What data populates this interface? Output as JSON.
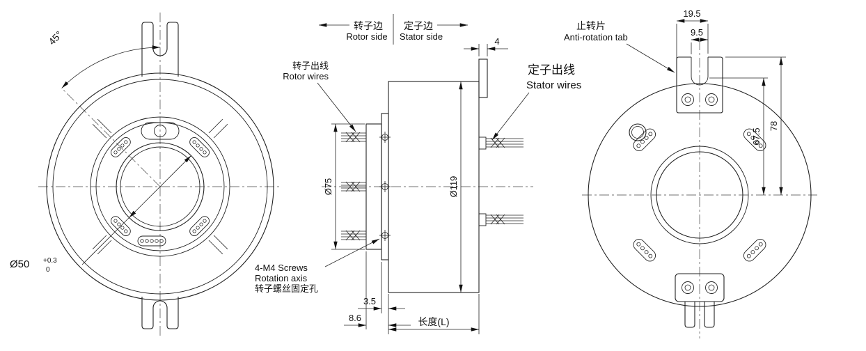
{
  "front_view": {
    "angle": "45°",
    "bore": "Ø50",
    "bore_tol_upper": "+0.3",
    "bore_tol_lower": "0"
  },
  "side_view": {
    "rotor_side_cn": "转子边",
    "rotor_side_en": "Rotor side",
    "stator_side_cn": "定子边",
    "stator_side_en": "Stator side",
    "rotor_wires_cn": "转子出线",
    "rotor_wires_en": "Rotor wires",
    "stator_wires_cn": "定子出线",
    "stator_wires_en": "Stator wires",
    "rotor_hub_dia": "Ø75",
    "body_dia": "Ø119",
    "tab_thickness": "4",
    "screw_note_en1": "4-M4 Screws",
    "screw_note_en2": "Rotation axis",
    "screw_note_cn": "转子螺丝固定孔",
    "flange_thickness": "3.5",
    "hub_depth": "8.6",
    "length_label": "长度(L)"
  },
  "rear_view": {
    "tab_cn": "止转片",
    "tab_en": "Anti-rotation tab",
    "tab_width": "19.5",
    "slot_width": "9.5",
    "slot_height": "67.5",
    "tab_height": "78"
  }
}
